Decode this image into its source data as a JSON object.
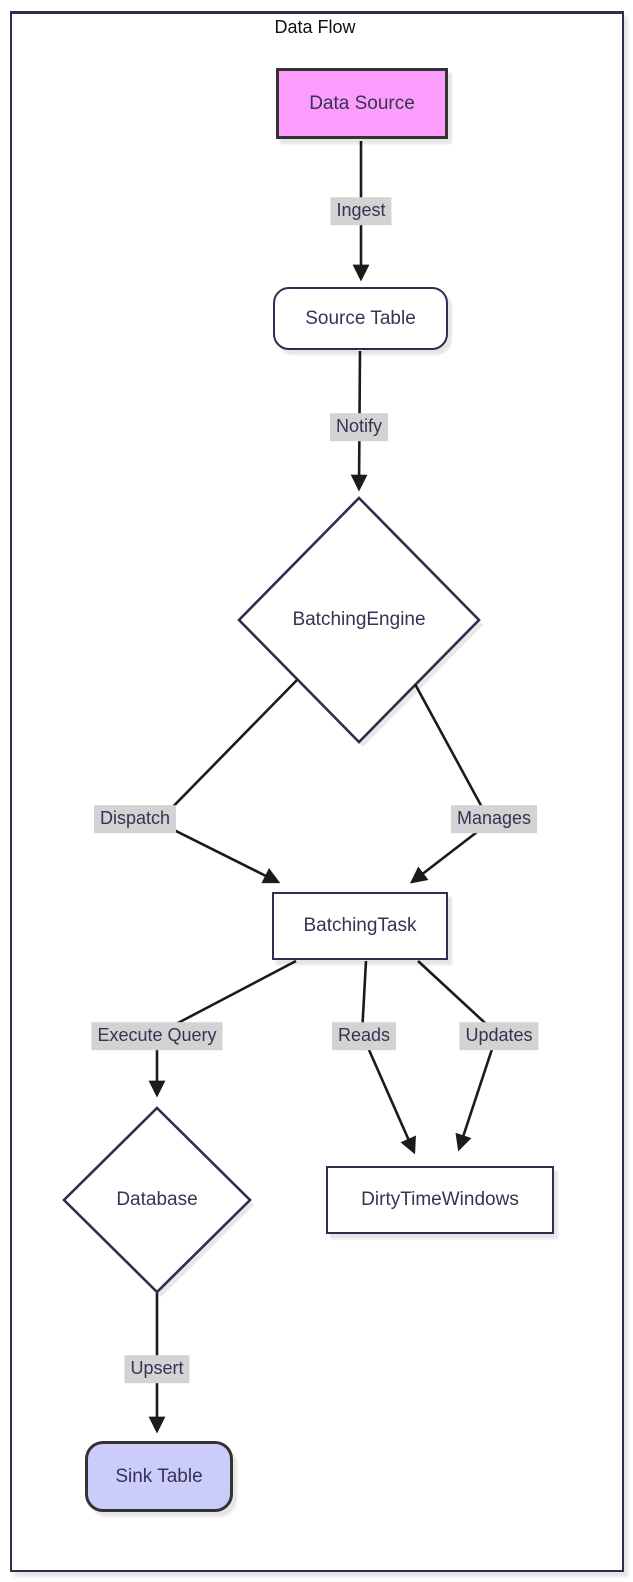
{
  "diagram": {
    "title": "Data Flow",
    "nodes": [
      {
        "id": "data-source",
        "label": "Data Source",
        "shape": "rectangle",
        "fill": "#fc9cfc",
        "border": "#333333"
      },
      {
        "id": "source-table",
        "label": "Source Table",
        "shape": "rounded",
        "fill": "#ffffff",
        "border": "#2e2e4f"
      },
      {
        "id": "batching-engine",
        "label": "BatchingEngine",
        "shape": "diamond",
        "fill": "#ffffff",
        "border": "#2e2e4f"
      },
      {
        "id": "batching-task",
        "label": "BatchingTask",
        "shape": "rectangle",
        "fill": "#ffffff",
        "border": "#2e2e4f"
      },
      {
        "id": "database",
        "label": "Database",
        "shape": "diamond",
        "fill": "#ffffff",
        "border": "#2e2e4f"
      },
      {
        "id": "dirty-time-windows",
        "label": "DirtyTimeWindows",
        "shape": "rectangle",
        "fill": "#ffffff",
        "border": "#2e2e4f"
      },
      {
        "id": "sink-table",
        "label": "Sink Table",
        "shape": "rounded",
        "fill": "#ccccfa",
        "border": "#333333"
      }
    ],
    "edges": [
      {
        "from": "data-source",
        "to": "source-table",
        "label": "Ingest"
      },
      {
        "from": "source-table",
        "to": "batching-engine",
        "label": "Notify"
      },
      {
        "from": "batching-engine",
        "to": "batching-task",
        "label": "Dispatch"
      },
      {
        "from": "batching-engine",
        "to": "batching-task",
        "label": "Manages"
      },
      {
        "from": "batching-task",
        "to": "database",
        "label": "Execute Query"
      },
      {
        "from": "batching-task",
        "to": "dirty-time-windows",
        "label": "Reads"
      },
      {
        "from": "batching-task",
        "to": "dirty-time-windows",
        "label": "Updates"
      },
      {
        "from": "database",
        "to": "sink-table",
        "label": "Upsert"
      }
    ],
    "colors": {
      "frame_border": "#2e2e4f",
      "node_border": "#2e2e4f",
      "accent_node_border": "#333333",
      "data_source_fill": "#fc9cfc",
      "sink_table_fill": "#ccccfa",
      "edge_label_background": "#d3d3d3",
      "arrow": "#1b1b1b",
      "node_text": "#343453",
      "title_text": "#111111"
    }
  }
}
